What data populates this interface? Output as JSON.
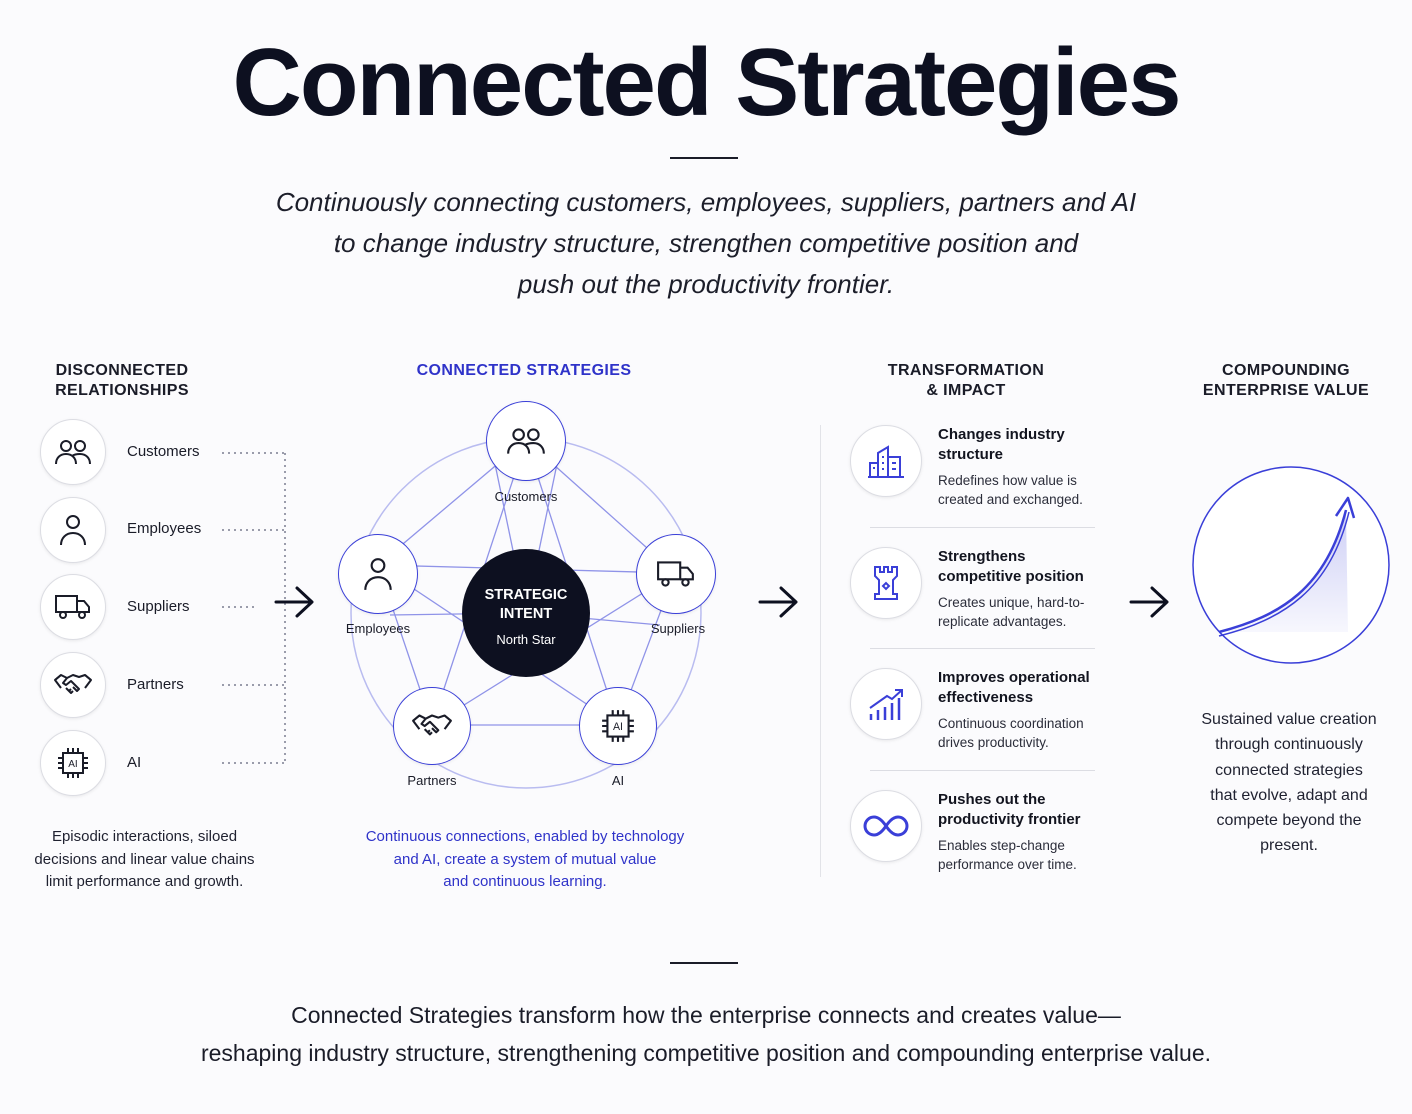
{
  "title": "Connected Strategies",
  "subtitle": [
    "Continuously connecting customers, employees, suppliers, partners and AI",
    "to change industry structure, strengthen competitive position and",
    "push out the productivity frontier."
  ],
  "columns": {
    "disconnected": {
      "heading_line1": "DISCONNECTED",
      "heading_line2": "RELATIONSHIPS",
      "items": [
        {
          "label": "Customers",
          "icon": "users-icon"
        },
        {
          "label": "Employees",
          "icon": "person-icon"
        },
        {
          "label": "Suppliers",
          "icon": "truck-icon"
        },
        {
          "label": "Partners",
          "icon": "handshake-icon"
        },
        {
          "label": "AI",
          "icon": "ai-chip-icon"
        }
      ],
      "description": [
        "Episodic interactions, siloed",
        "decisions and linear value chains",
        "limit performance and growth."
      ]
    },
    "connected": {
      "heading": "CONNECTED STRATEGIES",
      "center_line1": "STRATEGIC",
      "center_line2": "INTENT",
      "center_sub": "North Star",
      "nodes": [
        {
          "label": "Customers",
          "icon": "users-icon"
        },
        {
          "label": "Employees",
          "icon": "person-icon"
        },
        {
          "label": "Suppliers",
          "icon": "truck-icon"
        },
        {
          "label": "Partners",
          "icon": "handshake-icon"
        },
        {
          "label": "AI",
          "icon": "ai-chip-icon"
        }
      ],
      "description": [
        "Continuous connections, enabled by technology",
        "and AI, create a system of mutual value",
        "and continuous learning."
      ]
    },
    "transformation": {
      "heading_line1": "TRANSFORMATION",
      "heading_line2": "& IMPACT",
      "items": [
        {
          "title": "Changes industry structure",
          "description": "Redefines how value is created and exchanged.",
          "icon": "city-buildings-icon"
        },
        {
          "title": "Strengthens competitive position",
          "description": "Creates unique, hard-to-replicate advantages.",
          "icon": "castle-tower-icon"
        },
        {
          "title": "Improves operational effectiveness",
          "description": "Continuous coordination drives productivity.",
          "icon": "growth-bars-icon"
        },
        {
          "title": "Pushes out the productivity frontier",
          "description": "Enables step-change performance over time.",
          "icon": "infinity-icon"
        }
      ]
    },
    "compounding": {
      "heading_line1": "COMPOUNDING",
      "heading_line2": "ENTERPRISE VALUE",
      "description": [
        "Sustained value creation",
        "through continuously",
        "connected strategies",
        "that evolve, adapt and",
        "compete beyond the",
        "present."
      ]
    }
  },
  "footer": [
    "Connected Strategies transform how the enterprise connects and creates value—",
    "reshaping industry structure, strengthening competitive position and compounding enterprise value."
  ],
  "colors": {
    "accent": "#3a3fd8",
    "accent_text": "#2f33c9",
    "dark": "#0d1020",
    "line": "#b9bcf0"
  }
}
